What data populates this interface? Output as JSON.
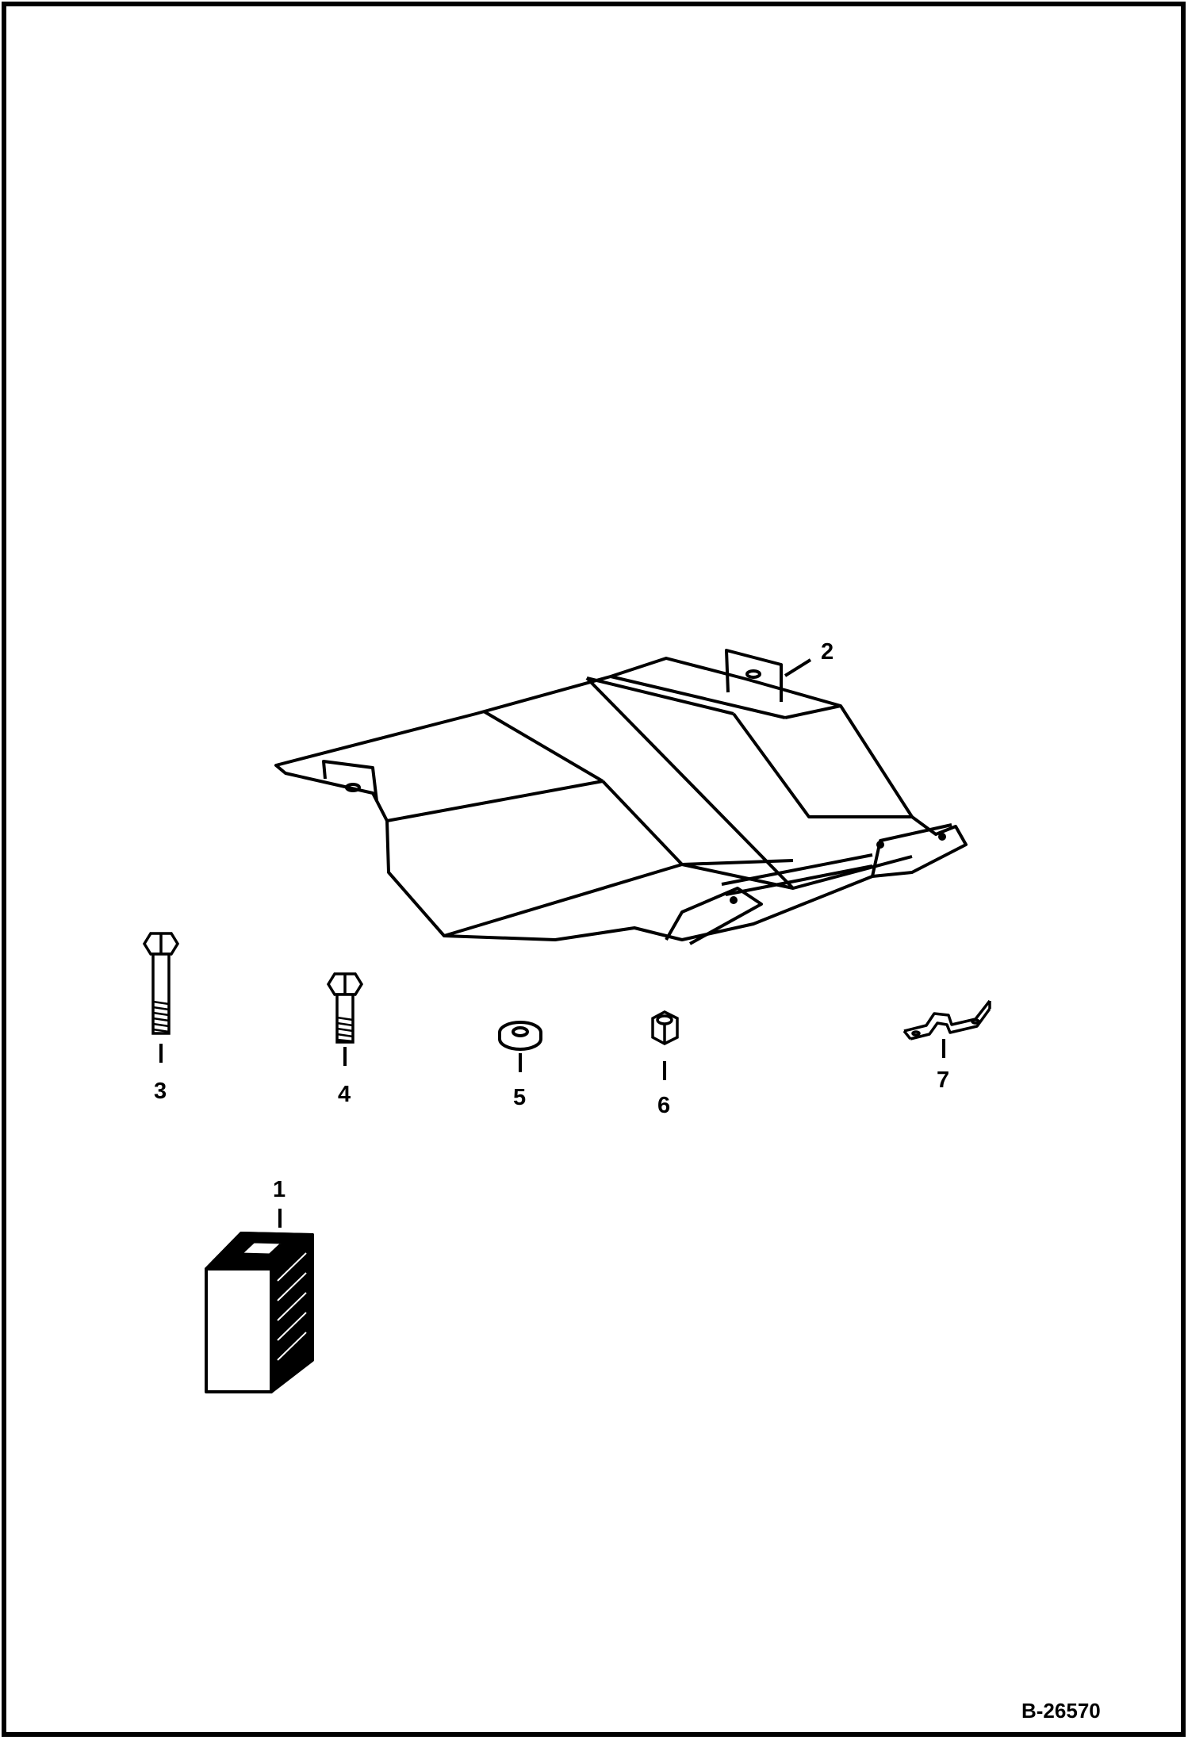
{
  "figure_id": "B-26570",
  "callouts": [
    {
      "num": "1",
      "part": "battery"
    },
    {
      "num": "2",
      "part": "cover-plate"
    },
    {
      "num": "3",
      "part": "long-bolt"
    },
    {
      "num": "4",
      "part": "short-bolt"
    },
    {
      "num": "5",
      "part": "washer"
    },
    {
      "num": "6",
      "part": "nut"
    },
    {
      "num": "7",
      "part": "clip"
    }
  ]
}
